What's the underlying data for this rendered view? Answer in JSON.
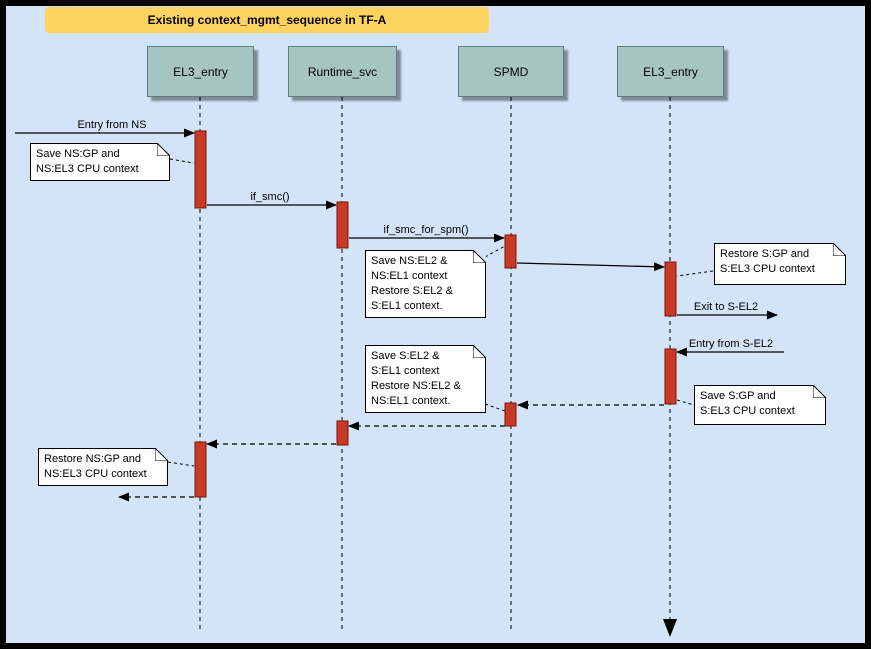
{
  "title": "Existing context_mgmt_sequence in TF-A",
  "colors": {
    "background": "#d4e4f8",
    "frame": "#000000",
    "title_fill": "#ffd35f",
    "actor_fill": "#a6c4c1",
    "actor_border": "#5d7e7c",
    "activation_fill": "#c73a25",
    "activation_border": "#7c1408",
    "note_fill": "#ffffff",
    "line_color": "#000000"
  },
  "actors": [
    {
      "label": "EL3_entry"
    },
    {
      "label": "Runtime_svc"
    },
    {
      "label": "SPMD"
    },
    {
      "label": "EL3_entry"
    }
  ],
  "messages": {
    "entry_from_ns": "Entry from NS",
    "if_smc": "if_smc()",
    "if_smc_for_spm": "if_smc_for_spm()",
    "exit_to_s_el2": "Exit to S-EL2",
    "entry_from_s_el2": "Entry from S-EL2"
  },
  "notes": {
    "save_ns_context": {
      "lines": [
        "Save NS:GP and",
        "NS:EL3 CPU context"
      ]
    },
    "save_ns_el2_restore_s": {
      "lines": [
        "Save NS:EL2 &",
        "NS:EL1 context",
        "Restore S:EL2 &",
        "S:EL1 context."
      ]
    },
    "restore_s_context": {
      "lines": [
        "Restore S:GP and",
        "S:EL3 CPU context"
      ]
    },
    "save_s_context": {
      "lines": [
        "Save S:GP and",
        "S:EL3 CPU context"
      ]
    },
    "save_s_el2_restore_ns": {
      "lines": [
        "Save S:EL2 &",
        "S:EL1 context",
        "Restore NS:EL2 &",
        "NS:EL1 context."
      ]
    },
    "restore_ns_context": {
      "lines": [
        "Restore NS:GP and",
        "NS:EL3 CPU context"
      ]
    }
  }
}
